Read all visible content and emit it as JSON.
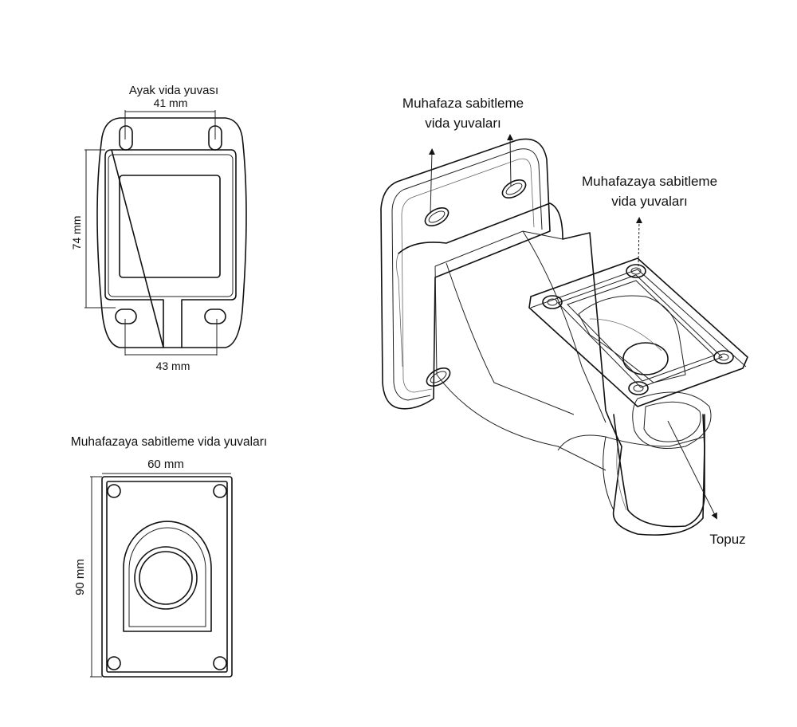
{
  "top_view": {
    "title": "Ayak vida yuvası",
    "width_top": "41 mm",
    "width_bottom": "43 mm",
    "height": "74 mm"
  },
  "plate_view": {
    "title": "Muhafazaya sabitleme vida yuvaları",
    "width": "60 mm",
    "height": "90 mm"
  },
  "iso_view": {
    "label_housing_line1": "Muhafaza sabitleme",
    "label_housing_line2": "vida yuvaları",
    "label_mount_line1": "Muhafazaya sabitleme",
    "label_mount_line2": "vida yuvaları",
    "label_knob": "Topuz"
  }
}
